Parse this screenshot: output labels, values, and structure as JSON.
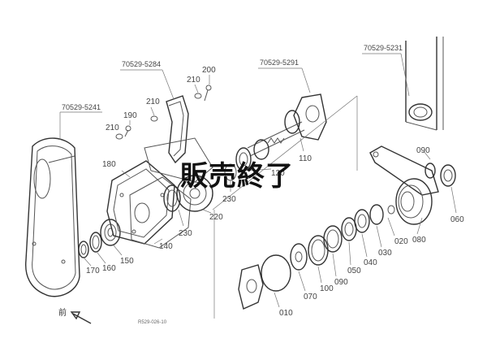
{
  "assembly_codes": {
    "cover": "70529-5241",
    "bracket": "70529-5284",
    "shaft": "70529-5291",
    "frame": "70529-5231"
  },
  "part_numbers": {
    "p190": "190",
    "p210a": "210",
    "p210b": "210",
    "p210c": "210",
    "p200": "200",
    "p180": "180",
    "p170": "170",
    "p160": "160",
    "p150": "150",
    "p140": "140",
    "p230a": "230",
    "p230b": "230",
    "p220": "220",
    "p120": "120",
    "p110": "110",
    "p090a": "090",
    "p090b": "090",
    "p060": "060",
    "p080": "080",
    "p020": "020",
    "p030": "030",
    "p040": "040",
    "p050": "050",
    "p100": "100",
    "p070": "070",
    "p010": "010"
  },
  "status_stamp": "販売終了",
  "front_label": "前",
  "figure_id": "R529-026-10"
}
